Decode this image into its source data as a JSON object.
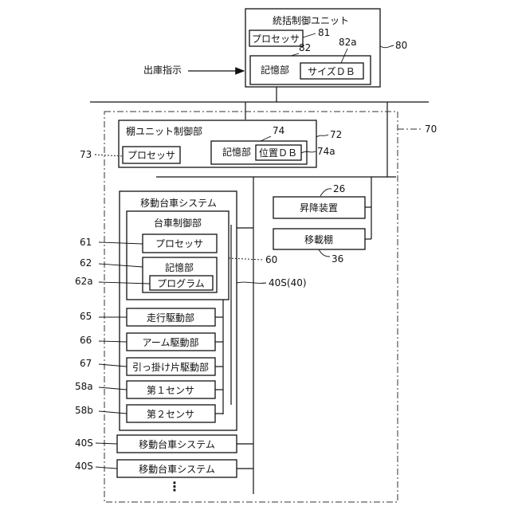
{
  "colors": {
    "line": "#111111",
    "background": "#ffffff"
  },
  "top_unit": {
    "title": "統括制御ユニット",
    "processor": "プロセッサ",
    "memory": "記憶部",
    "size_db": "サイズＤＢ",
    "ref_unit": "80",
    "ref_processor": "81",
    "ref_memory": "82",
    "ref_db": "82a"
  },
  "input": {
    "label": "出庫指示"
  },
  "rack_unit": {
    "ref_system": "70",
    "title": "棚ユニット制御部",
    "ref_control": "72",
    "processor": "プロセッサ",
    "ref_processor": "73",
    "memory": "記憶部",
    "ref_memory": "74",
    "position_db": "位置ＤＢ",
    "ref_db": "74a"
  },
  "lift": {
    "label": "昇降装置",
    "ref": "26"
  },
  "transfer_shelf": {
    "label": "移載棚",
    "ref": "36"
  },
  "cart_system": {
    "title": "移動台車システム",
    "ref": "40S(40)",
    "controller": {
      "title": "台車制御部",
      "ref": "60",
      "processor": "プロセッサ",
      "ref_processor": "61",
      "memory": "記憶部",
      "ref_memory": "62",
      "program": "プログラム",
      "ref_program": "62a"
    },
    "drives": [
      {
        "label": "走行駆動部",
        "ref": "65"
      },
      {
        "label": "アーム駆動部",
        "ref": "66"
      },
      {
        "label": "引っ掛け片駆動部",
        "ref": "67"
      },
      {
        "label": "第１センサ",
        "ref": "58a"
      },
      {
        "label": "第２センサ",
        "ref": "58b"
      }
    ]
  },
  "other_carts": [
    {
      "label": "移動台車システム",
      "ref": "40S"
    },
    {
      "label": "移動台車システム",
      "ref": "40S"
    }
  ],
  "ellipsis": "⋮"
}
